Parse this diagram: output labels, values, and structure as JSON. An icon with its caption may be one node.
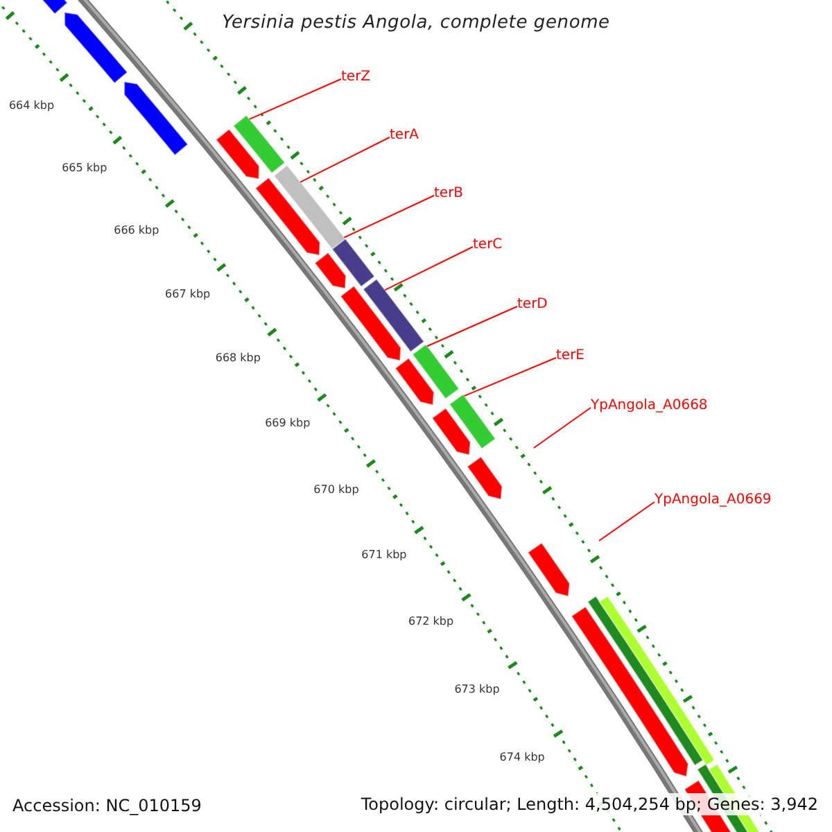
{
  "diagram": {
    "title": "Yersinia pestis Angola, complete genome",
    "nodes": [
      {
        "text": [
          "terZ"
        ]
      },
      {
        "text": [
          "terA"
        ]
      },
      {
        "text": [
          "terB"
        ]
      },
      {
        "text": [
          "terC"
        ]
      },
      {
        "text": [
          "terD"
        ]
      },
      {
        "text": [
          "terE"
        ]
      },
      {
        "text": [
          "YpAngola_A0668"
        ]
      },
      {
        "text": [
          "YpAngola_A0669"
        ]
      },
      {
        "text": [],
        "shape": "bar"
      },
      {
        "text": [],
        "shape": "bar"
      },
      {
        "text": [],
        "shape": "bar"
      },
      {
        "text": [],
        "shape": "bar"
      },
      {
        "text": [],
        "shape": "bar"
      },
      {
        "text": [],
        "shape": "bar"
      }
    ],
    "edges": [
      {
        "from": 0,
        "to": 8,
        "arrow": "none"
      },
      {
        "from": 1,
        "to": 9,
        "arrow": "none"
      },
      {
        "from": 2,
        "to": 10,
        "arrow": "none"
      },
      {
        "from": 3,
        "to": 11,
        "arrow": "none"
      },
      {
        "from": 4,
        "to": 12,
        "arrow": "none"
      },
      {
        "from": 5,
        "to": 13,
        "arrow": "none"
      },
      {
        "from": 6,
        "to": null,
        "arrow": "none"
      },
      {
        "from": 7,
        "to": null,
        "arrow": "none"
      }
    ],
    "labels": [
      "664 kbp",
      "665 kbp",
      "666 kbp",
      "667 kbp",
      "668 kbp",
      "669 kbp",
      "670 kbp",
      "671 kbp",
      "672 kbp",
      "673 kbp",
      "674 kbp",
      "Accession: NC_010159",
      "Topology: circular; Length: 4,504,254 bp; Genes: 3,942"
    ]
  }
}
